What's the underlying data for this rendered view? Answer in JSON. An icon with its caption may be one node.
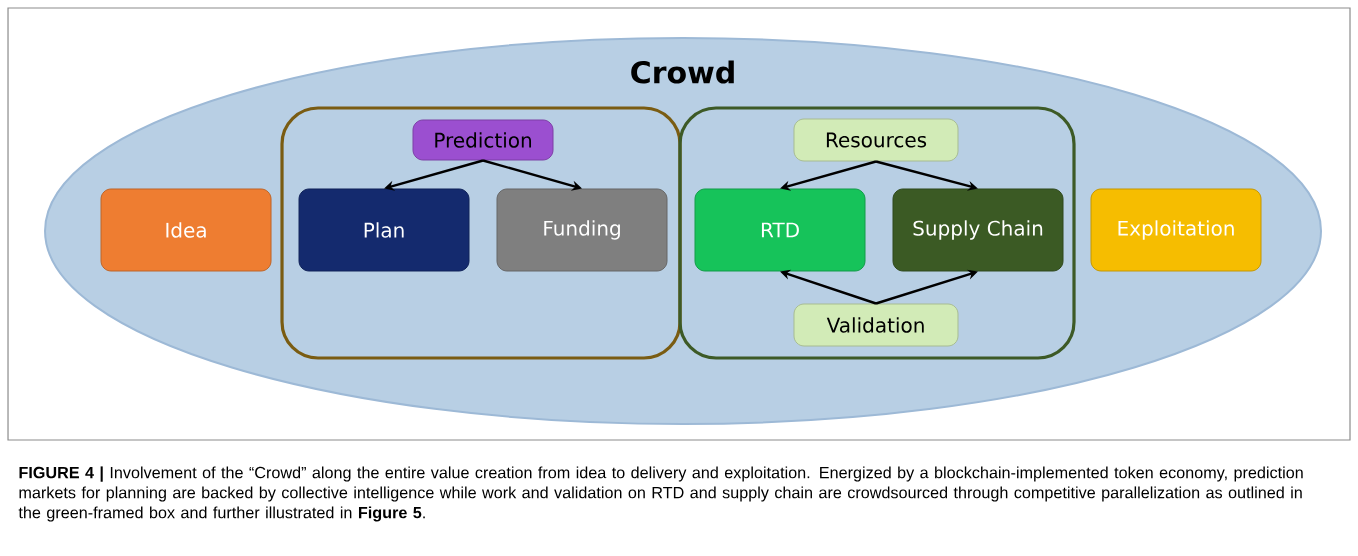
{
  "diagram": {
    "caption": "**FIGURE 4 |** Involvement of the “Crowd” along the entire value creation from idea to delivery and exploitation. Energized by a blockchain-implemented token economy, prediction markets for planning are backed by collective intelligence while work and validation on RTD and supply chain are crowdsourced through competitive parallelization as outlined in the green-framed box and further illustrated in **Figure 5**.",
    "nodes": [
      {
        "text": [
          "Crowd"
        ]
      },
      {
        "text": [
          "Idea"
        ],
        "in": 0
      },
      {
        "text": [],
        "shape": "box",
        "in": 0
      },
      {
        "text": [
          "Prediction"
        ],
        "in": 2
      },
      {
        "text": [
          "Plan"
        ],
        "in": 2
      },
      {
        "text": [
          "Funding"
        ],
        "in": 2
      },
      {
        "text": [],
        "shape": "box",
        "in": 0
      },
      {
        "text": [
          "Resources"
        ],
        "in": 6
      },
      {
        "text": [
          "RTD"
        ],
        "in": 6
      },
      {
        "text": [
          "Supply Chain"
        ],
        "in": 6
      },
      {
        "text": [
          "Validation"
        ],
        "in": 6
      },
      {
        "text": [
          "Exploitation"
        ],
        "in": 0
      }
    ],
    "edges": [
      {
        "from": 3,
        "to": 4,
        "arrow": "to"
      },
      {
        "from": 3,
        "to": 5,
        "arrow": "to"
      },
      {
        "from": 7,
        "to": 8,
        "arrow": "to"
      },
      {
        "from": 7,
        "to": 9,
        "arrow": "to"
      },
      {
        "from": 10,
        "to": 8,
        "arrow": "to"
      },
      {
        "from": 10,
        "to": 9,
        "arrow": "to"
      }
    ]
  }
}
